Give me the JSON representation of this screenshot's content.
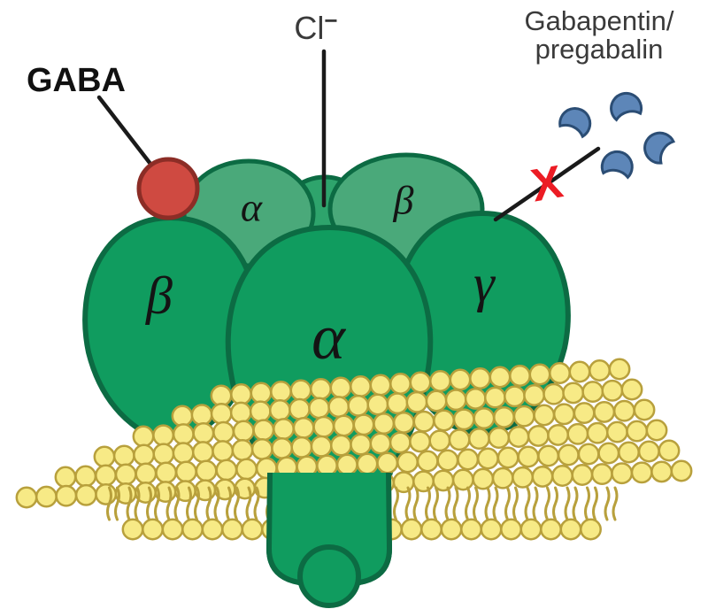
{
  "labels": {
    "gaba": "GABA",
    "chloride_symbol": "Cl",
    "chloride_charge": "−",
    "drug_line1": "Gabapentin/",
    "drug_line2": "pregabalin",
    "blocked_mark": "X"
  },
  "subunits": {
    "back_alpha": "α",
    "back_beta": "β",
    "front_beta": "β",
    "front_alpha": "α",
    "front_gamma": "γ"
  },
  "colors": {
    "subunit_front": "#109c5f",
    "subunit_back": "#4aa97a",
    "subunit_dome": "#2ea46c",
    "subunit_stroke": "#0c6b43",
    "gaba_fill": "#cf4a41",
    "gaba_stroke": "#8c2d26",
    "drug_fill": "#5d86b8",
    "drug_stroke": "#2b4d74",
    "blocked_x": "#ec1c24",
    "lipid_head": "#f7ea86",
    "lipid_stroke": "#b8a03c",
    "line": "#1a1a1a",
    "heading": "#111111",
    "text": "#3a3a3a"
  }
}
